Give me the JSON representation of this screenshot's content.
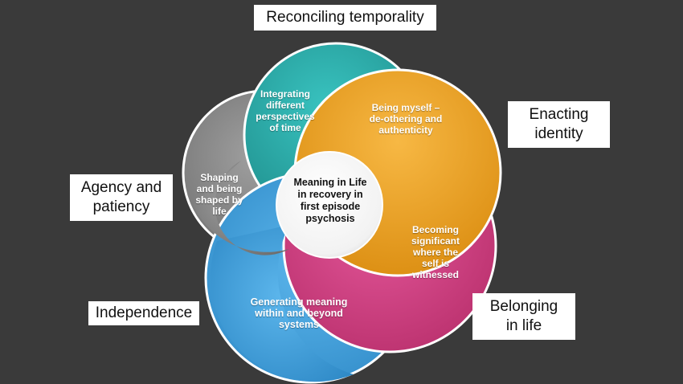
{
  "background_color": "#3a3a3a",
  "center": {
    "lines": [
      "Meaning in Life",
      "in recovery in",
      "first episode",
      "psychosis"
    ]
  },
  "petals": [
    {
      "id": "teal",
      "color": "#2aa7a5",
      "lines": [
        "Integrating",
        "different",
        "perspectives",
        "of time"
      ]
    },
    {
      "id": "orange",
      "color": "#f0a01c",
      "lines": [
        "Being myself –",
        "de-othering and",
        "authenticity"
      ]
    },
    {
      "id": "pink",
      "color": "#d63f82",
      "lines": [
        "Becoming",
        "significant",
        "where the",
        "self is",
        "witnessed"
      ]
    },
    {
      "id": "blue",
      "color": "#3fa2df",
      "lines": [
        "Generating meaning",
        "within and beyond",
        "systems"
      ]
    },
    {
      "id": "gray",
      "color": "#858585",
      "lines": [
        "Shaping",
        "and being",
        "shaped by",
        "life"
      ]
    }
  ],
  "outer_labels": {
    "top": [
      "Reconciling temporality"
    ],
    "right": [
      "Enacting",
      "identity"
    ],
    "left": [
      "Agency and",
      "patiency"
    ],
    "bottom_left": [
      "Independence"
    ],
    "bottom_right": [
      "Belonging",
      "in life"
    ]
  }
}
